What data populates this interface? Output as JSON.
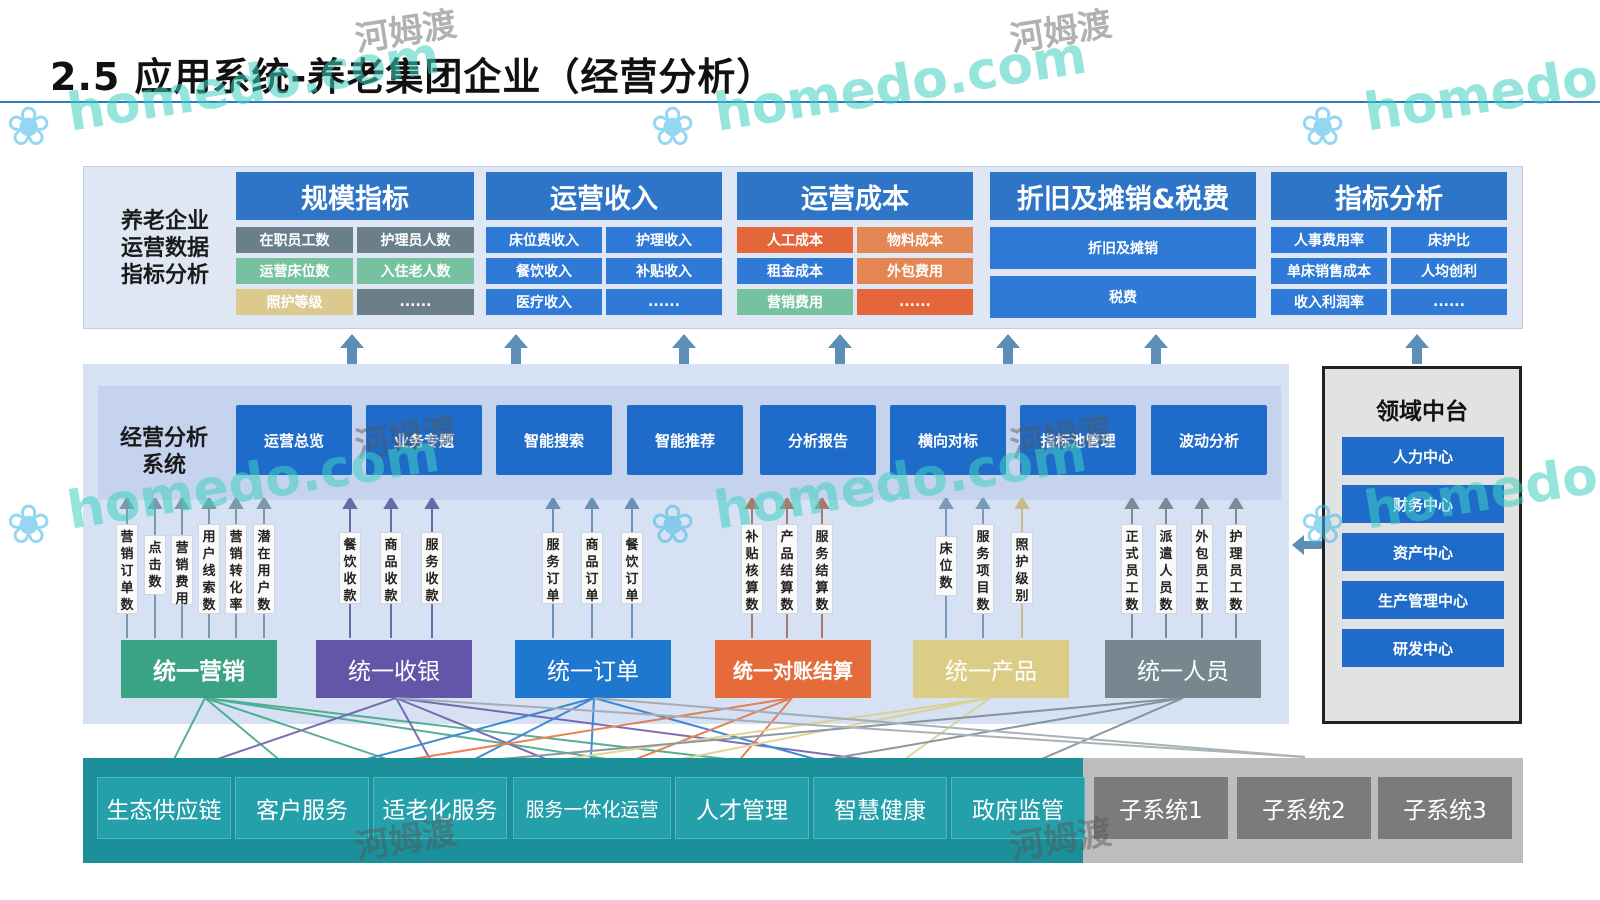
{
  "title": "2.5 应用系统-养老集团企业（经营分析）",
  "watermarks": {
    "brand": "homedo.com",
    "cn": "河姆渡"
  },
  "top": {
    "left_label": [
      "养老企业",
      "运营数据",
      "指标分析"
    ],
    "categories": [
      {
        "name": "规模指标",
        "items": [
          "在职员工数",
          "护理员人数",
          "运营床位数",
          "入住老人数",
          "照护等级",
          "......"
        ]
      },
      {
        "name": "运营收入",
        "items": [
          "床位费收入",
          "护理收入",
          "餐饮收入",
          "补贴收入",
          "医疗收入",
          "......"
        ]
      },
      {
        "name": "运营成本",
        "items": [
          "人工成本",
          "物料成本",
          "租金成本",
          "外包费用",
          "营销费用",
          "......"
        ]
      },
      {
        "name": "折旧及摊销&税费",
        "items": [
          "折旧及摊销",
          "税费"
        ]
      },
      {
        "name": "指标分析",
        "items": [
          "人事费用率",
          "床护比",
          "单床销售成本",
          "人均创利",
          "收入利润率",
          "......"
        ]
      }
    ]
  },
  "middle": {
    "label": [
      "经营分析",
      "系统"
    ],
    "functions": [
      "运营总览",
      "业务专题",
      "智能搜索",
      "智能推荐",
      "分析报告",
      "横向对标",
      "指标池管理",
      "波动分析"
    ],
    "unified": [
      "统一营销",
      "统一收银",
      "统一订单",
      "统一对账结算",
      "统一产品",
      "统一人员"
    ],
    "vlabels": [
      "营销订单数",
      "点击数",
      "营销费用",
      "用户线索数",
      "营销转化率",
      "潜在用户数",
      "餐饮收款",
      "商品收款",
      "服务收款",
      "服务订单",
      "商品订单",
      "餐饮订单",
      "补贴核算数",
      "产品结算数",
      "服务结算数",
      "床位数",
      "服务项目数",
      "照护级别",
      "正式员工数",
      "派遣人员数",
      "外包员工数",
      "护理员工数"
    ]
  },
  "domain_center": {
    "title": "领域中台",
    "items": [
      "人力中心",
      "财务中心",
      "资产中心",
      "生产管理中心",
      "研发中心"
    ]
  },
  "bottom": {
    "business": [
      "生态供应链",
      "客户服务",
      "适老化服务",
      "服务一体化运营",
      "人才管理",
      "智慧健康",
      "政府监管"
    ],
    "subsystems": [
      "子系统1",
      "子系统2",
      "子系统3"
    ]
  },
  "colors": {
    "blue": "#2e75c8",
    "unified": [
      "#3aa384",
      "#6356a8",
      "#1f78cf",
      "#e56c3a",
      "#dccd86",
      "#76878f"
    ]
  }
}
